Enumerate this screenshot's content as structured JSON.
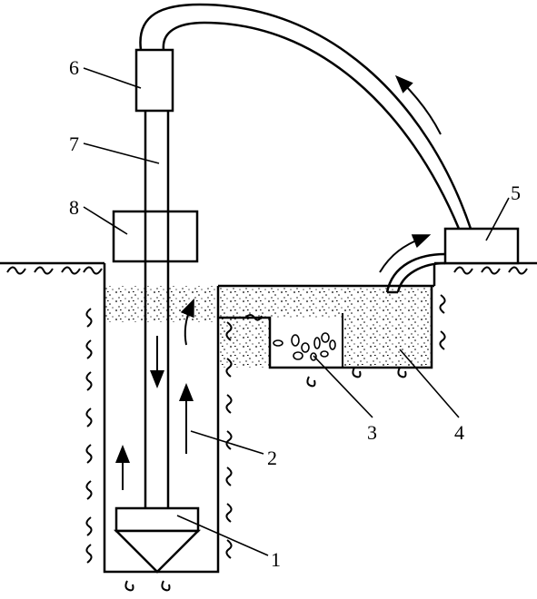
{
  "diagram": {
    "labels": {
      "l1": "1",
      "l2": "2",
      "l3": "3",
      "l4": "4",
      "l5": "5",
      "l6": "6",
      "l7": "7",
      "l8": "8"
    }
  },
  "colors": {
    "ink": "#000000",
    "background": "#ffffff"
  }
}
